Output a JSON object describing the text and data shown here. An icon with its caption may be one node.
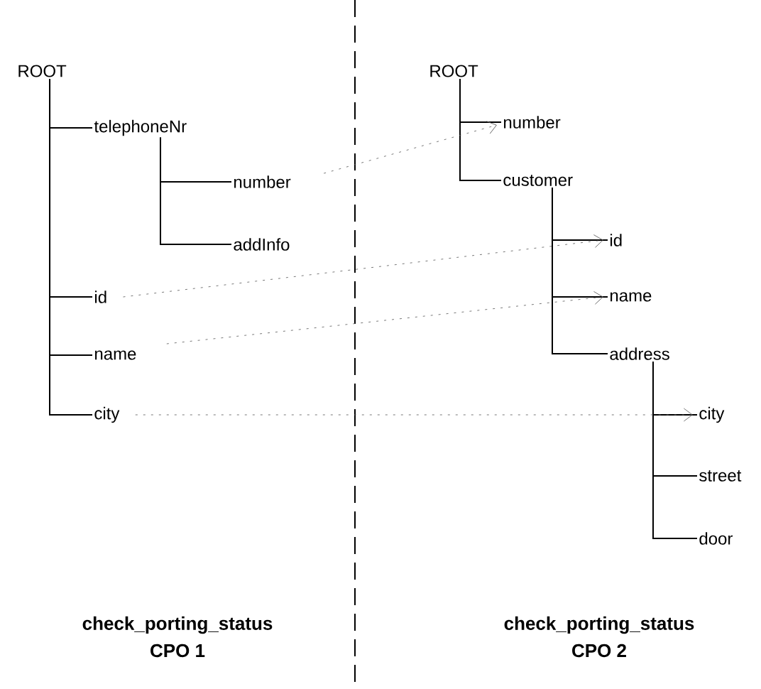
{
  "diagram": {
    "nodes": [
      {
        "text": [
          "ROOT"
        ]
      },
      {
        "text": [
          "telephoneNr"
        ]
      },
      {
        "text": [
          "number"
        ]
      },
      {
        "text": [
          "addInfo"
        ]
      },
      {
        "text": [
          "id"
        ]
      },
      {
        "text": [
          "name"
        ]
      },
      {
        "text": [
          "city"
        ]
      },
      {
        "text": [
          "ROOT"
        ]
      },
      {
        "text": [
          "number"
        ]
      },
      {
        "text": [
          "customer"
        ]
      },
      {
        "text": [
          "id"
        ]
      },
      {
        "text": [
          "name"
        ]
      },
      {
        "text": [
          "address"
        ]
      },
      {
        "text": [
          "city"
        ]
      },
      {
        "text": [
          "street"
        ]
      },
      {
        "text": [
          "door"
        ]
      }
    ],
    "edges": [
      {
        "from": 0,
        "to": 1,
        "arrow": "none"
      },
      {
        "from": 1,
        "to": 2,
        "arrow": "none"
      },
      {
        "from": 1,
        "to": 3,
        "arrow": "none"
      },
      {
        "from": 0,
        "to": 4,
        "arrow": "none"
      },
      {
        "from": 0,
        "to": 5,
        "arrow": "none"
      },
      {
        "from": 0,
        "to": 6,
        "arrow": "none"
      },
      {
        "from": 7,
        "to": 8,
        "arrow": "none"
      },
      {
        "from": 7,
        "to": 9,
        "arrow": "none"
      },
      {
        "from": 9,
        "to": 10,
        "arrow": "none"
      },
      {
        "from": 9,
        "to": 11,
        "arrow": "none"
      },
      {
        "from": 9,
        "to": 12,
        "arrow": "none"
      },
      {
        "from": 12,
        "to": 13,
        "arrow": "none"
      },
      {
        "from": 12,
        "to": 14,
        "arrow": "none"
      },
      {
        "from": 12,
        "to": 15,
        "arrow": "none"
      },
      {
        "from": 2,
        "to": 8,
        "arrow": "to",
        "style": "dashed",
        "color": "#555555"
      },
      {
        "from": 4,
        "to": 10,
        "arrow": "to",
        "style": "dashed",
        "color": "#555555"
      },
      {
        "from": 5,
        "to": 11,
        "arrow": "to",
        "style": "dashed",
        "color": "#555555"
      },
      {
        "from": 6,
        "to": 13,
        "arrow": "to",
        "style": "dashed",
        "color": "#555555"
      }
    ],
    "labels": [
      "check_porting_status",
      "CPO 1",
      "check_porting_status",
      "CPO 2"
    ]
  }
}
